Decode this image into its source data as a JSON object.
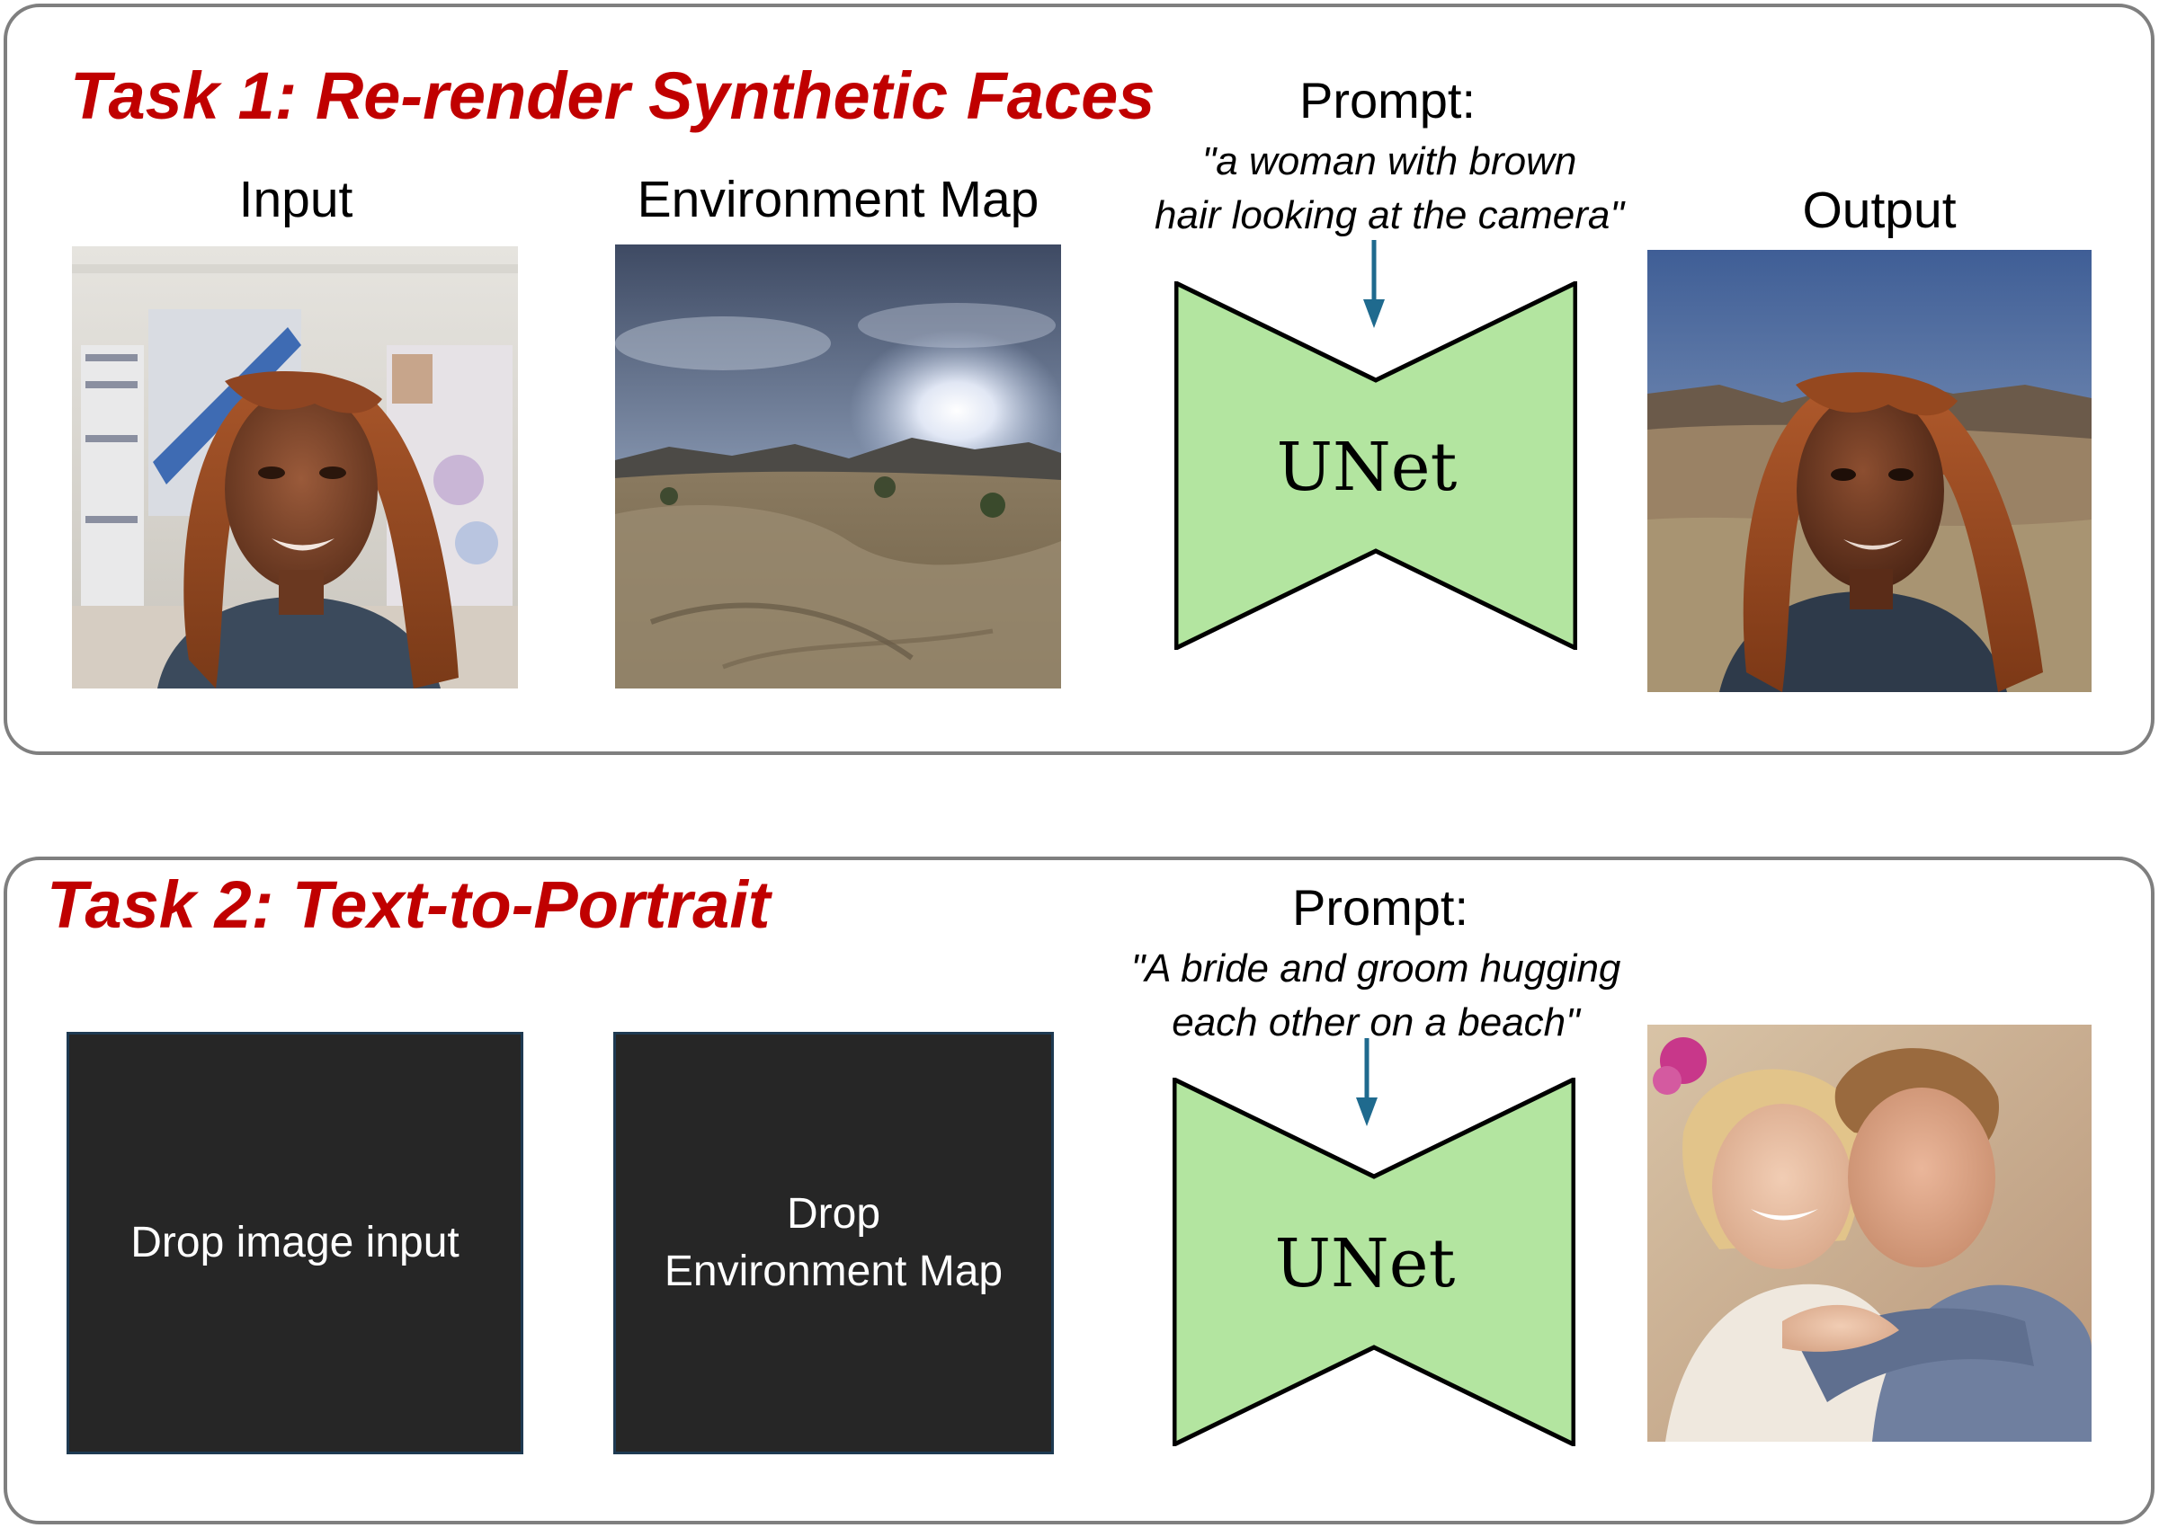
{
  "task1": {
    "title": "Task 1: Re-render Synthetic Faces",
    "input_label": "Input",
    "env_label": "Environment Map",
    "prompt_head": "Prompt:",
    "prompt_line1": "\"a woman with brown",
    "prompt_line2": "hair looking at the camera\"",
    "unet_label": "UNet",
    "output_label": "Output"
  },
  "task2": {
    "title": "Task 2: Text-to-Portrait",
    "drop_input": "Drop image input",
    "drop_env_line1": "Drop",
    "drop_env_line2": "Environment Map",
    "prompt_head": "Prompt:",
    "prompt_line1": "\"A bride and groom hugging",
    "prompt_line2": "each other on a beach\"",
    "unet_label": "UNet"
  },
  "colors": {
    "title_red": "#c00000",
    "unet_fill": "#b3e5a0",
    "arrow_blue": "#1f6a8e",
    "panel_border": "#7f7f7f",
    "drop_box": "#262626"
  }
}
